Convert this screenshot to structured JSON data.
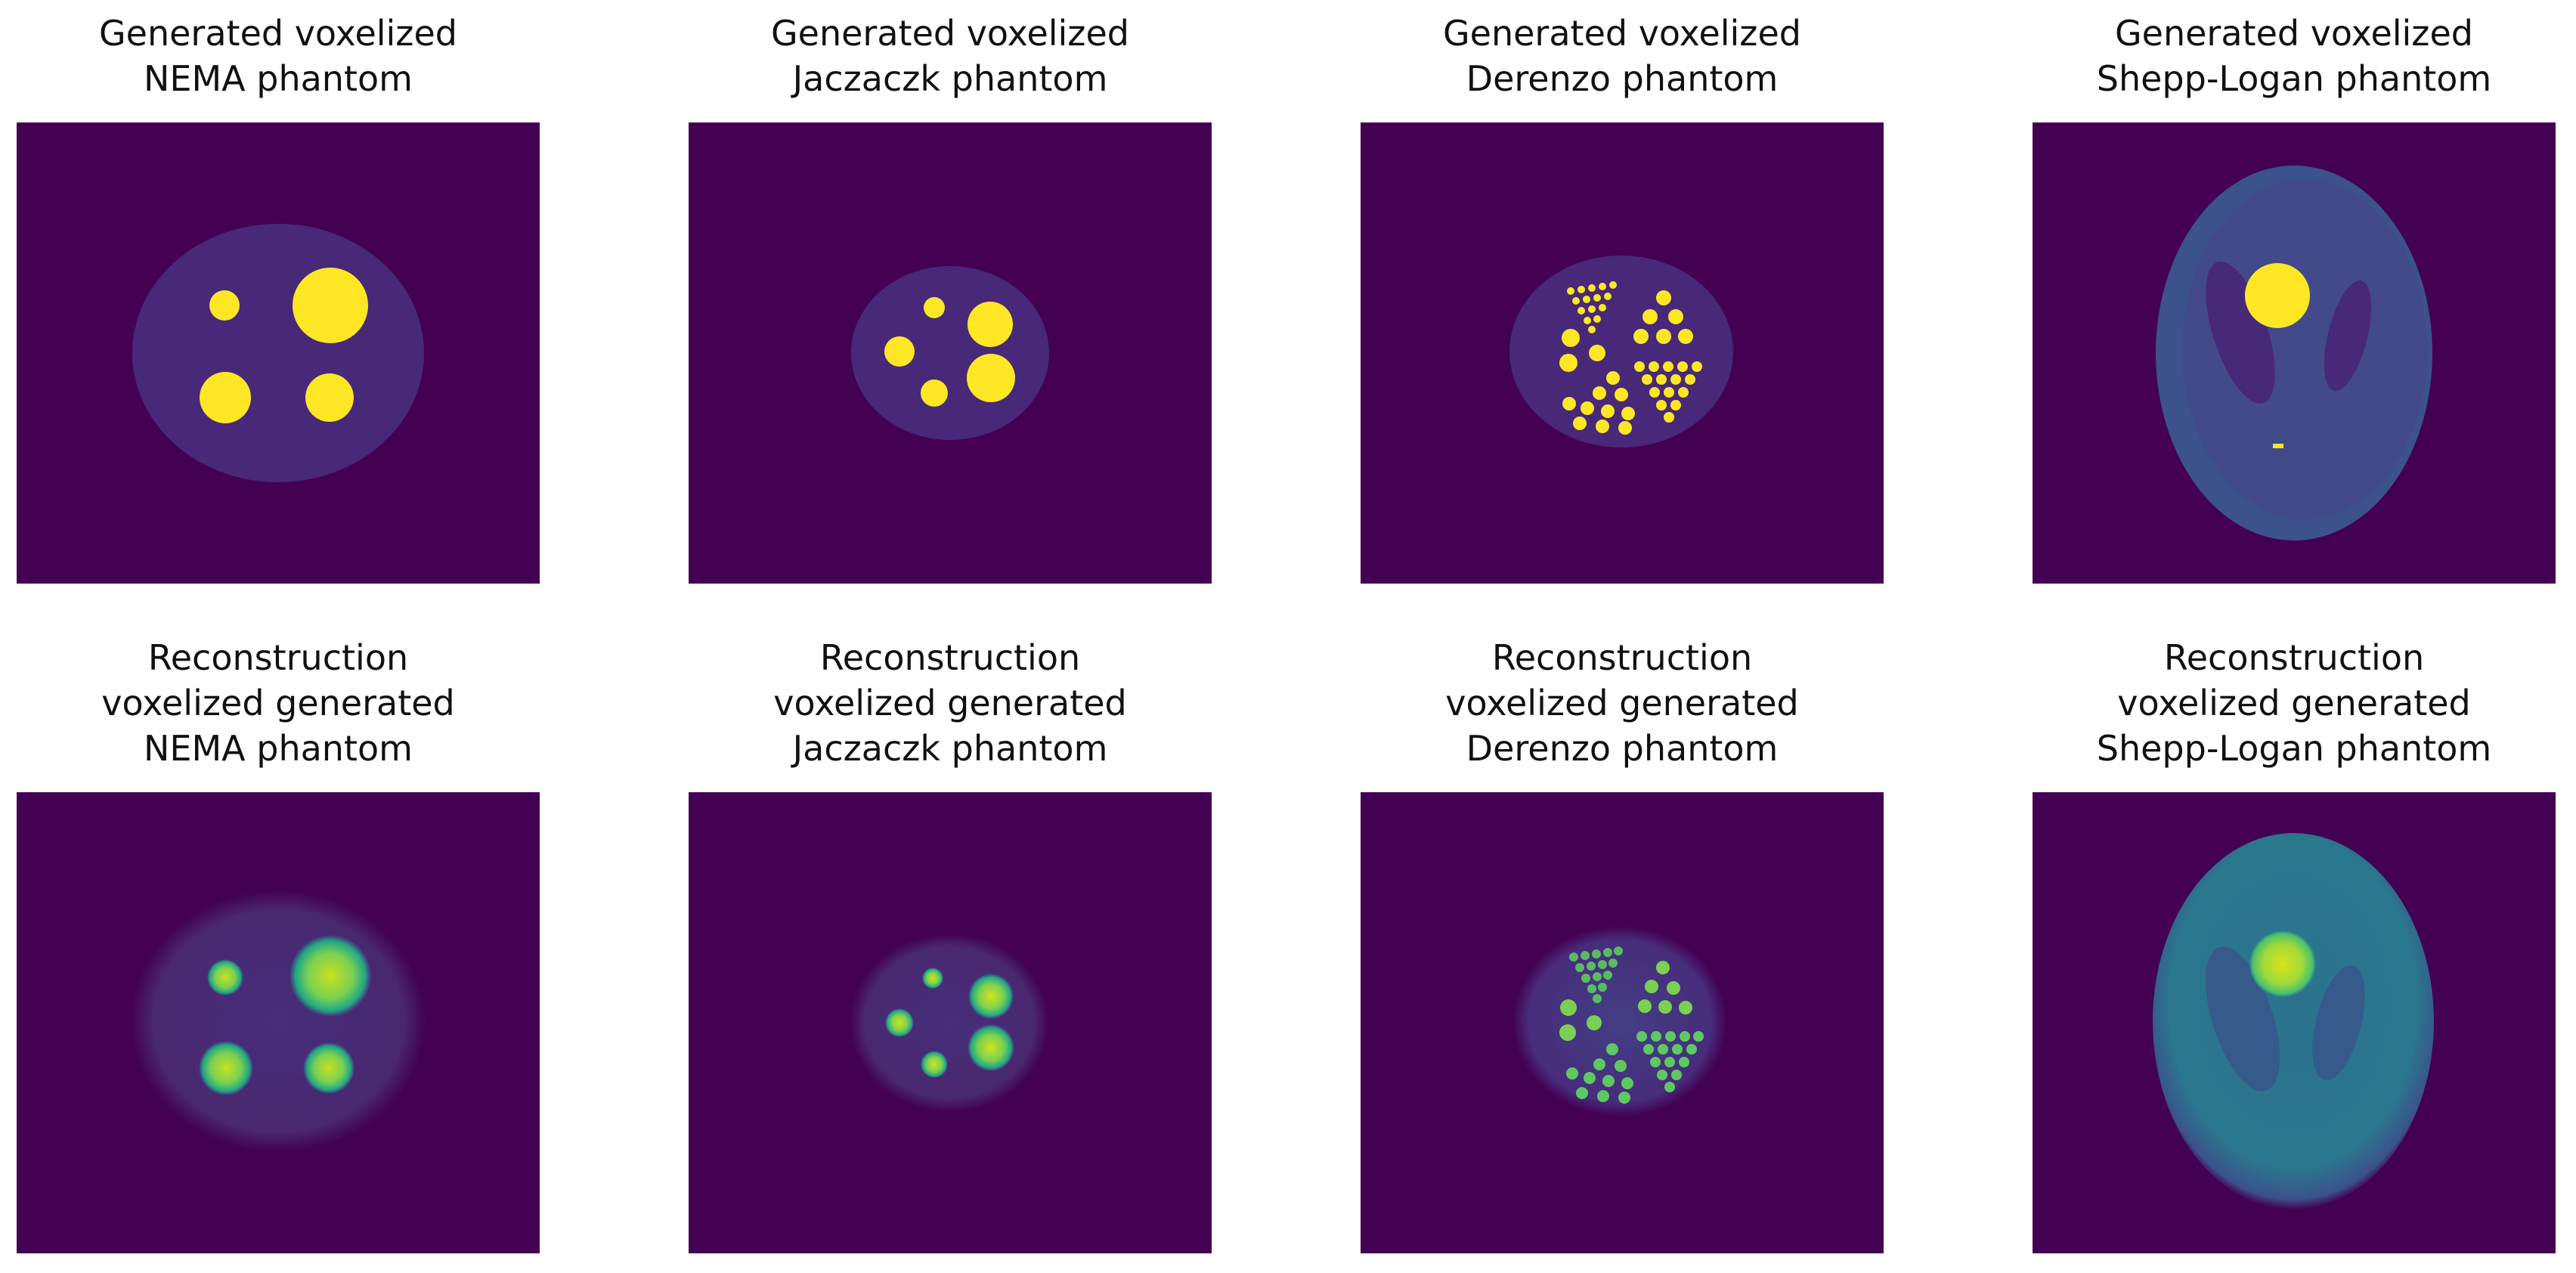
{
  "colors": {
    "background_low": "#440154",
    "body_fill": "#3b528b",
    "body_fill_dark": "#482878",
    "hot": "#fde725",
    "recon_mid": "#21918c",
    "recon_warm": "#5ec962"
  },
  "panels": [
    {
      "title_lines": [
        "Generated voxelized",
        "NEMA phantom"
      ],
      "phantom": "NEMA",
      "kind": "generated"
    },
    {
      "title_lines": [
        "Generated voxelized",
        "Jaczaczk phantom"
      ],
      "phantom": "Jaczaczk",
      "kind": "generated"
    },
    {
      "title_lines": [
        "Generated voxelized",
        "Derenzo phantom"
      ],
      "phantom": "Derenzo",
      "kind": "generated"
    },
    {
      "title_lines": [
        "Generated voxelized",
        "Shepp-Logan phantom"
      ],
      "phantom": "Shepp-Logan",
      "kind": "generated"
    },
    {
      "title_lines": [
        "Reconstruction",
        "voxelized generated",
        "NEMA phantom"
      ],
      "phantom": "NEMA",
      "kind": "reconstruction"
    },
    {
      "title_lines": [
        "Reconstruction",
        "voxelized generated",
        "Jaczaczk phantom"
      ],
      "phantom": "Jaczaczk",
      "kind": "reconstruction"
    },
    {
      "title_lines": [
        "Reconstruction",
        "voxelized generated",
        "Derenzo phantom"
      ],
      "phantom": "Derenzo",
      "kind": "reconstruction"
    },
    {
      "title_lines": [
        "Reconstruction",
        "voxelized generated",
        "Shepp-Logan phantom"
      ],
      "phantom": "Shepp-Logan",
      "kind": "reconstruction"
    }
  ]
}
